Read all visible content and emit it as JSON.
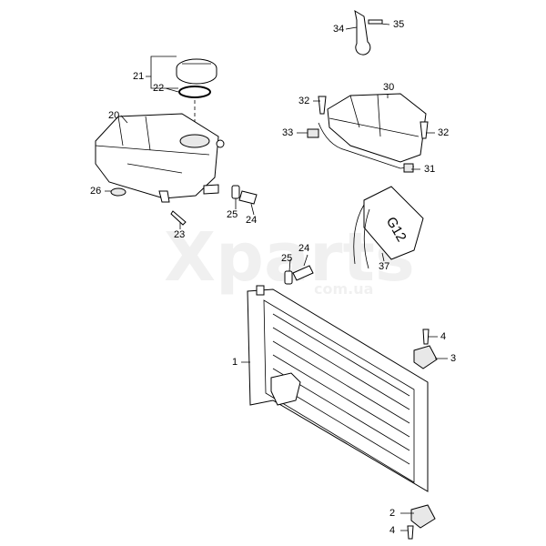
{
  "diagram": {
    "watermark": {
      "main": "Xparts",
      "sub": "com.ua"
    },
    "canister_marking": "G12",
    "labels": {
      "l1": "1",
      "l2": "2",
      "l3": "3",
      "l4a": "4",
      "l4b": "4",
      "l20": "20",
      "l21": "21",
      "l22": "22",
      "l23": "23",
      "l24a": "24",
      "l24b": "24",
      "l25a": "25",
      "l25b": "25",
      "l26": "26",
      "l30": "30",
      "l31": "31",
      "l32a": "32",
      "l32b": "32",
      "l33": "33",
      "l34": "34",
      "l35": "35",
      "l37": "37"
    }
  }
}
